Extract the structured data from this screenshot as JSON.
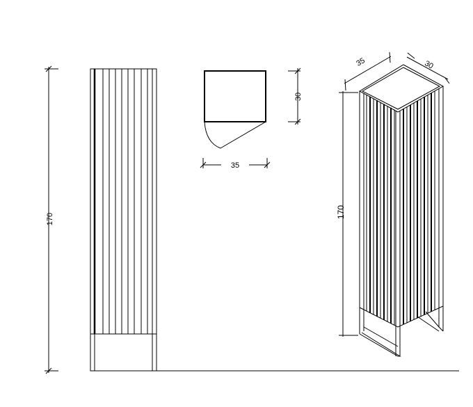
{
  "drawing": {
    "front_view": {
      "height_label": "170"
    },
    "plan_view": {
      "depth_label": "30",
      "width_label": "35"
    },
    "iso_view": {
      "width_label": "35",
      "depth_label": "30",
      "height_label": "170"
    }
  },
  "colors": {
    "line": "#000000",
    "background": "#ffffff"
  }
}
